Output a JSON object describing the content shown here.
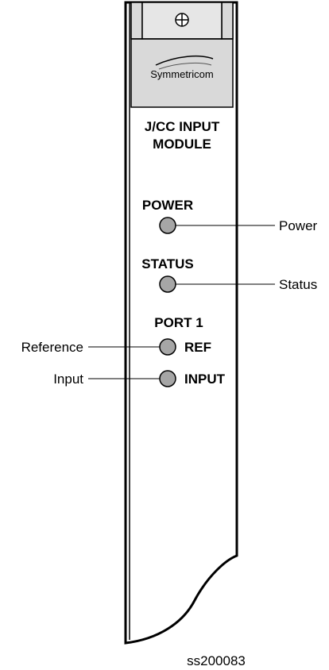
{
  "brand": {
    "logo_text": "Symmetricom"
  },
  "module": {
    "title_line1": "J/CC INPUT",
    "title_line2": "MODULE"
  },
  "panel_labels": {
    "power": "POWER",
    "status": "STATUS",
    "port": "PORT 1",
    "ref": "REF",
    "input": "INPUT"
  },
  "callouts": {
    "power": "Power",
    "status": "Status",
    "reference": "Reference",
    "input": "Input"
  },
  "figure_id": "ss200083",
  "colors": {
    "led_fill": "#a6a6a6",
    "handle_fill": "#d9d9d9",
    "outline": "#000000"
  }
}
